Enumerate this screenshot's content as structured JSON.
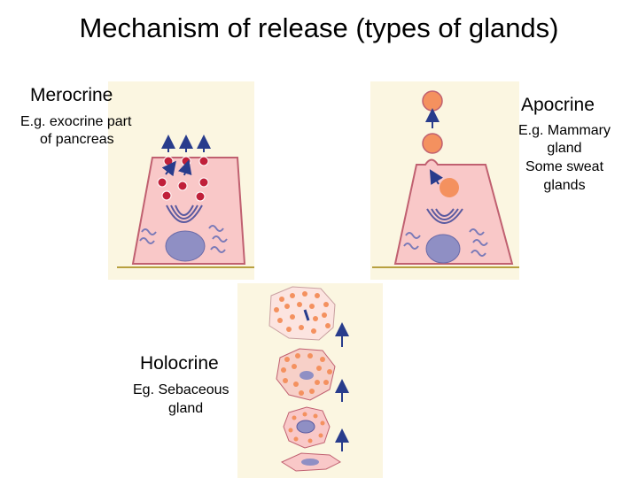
{
  "title": "Mechanism of release (types of glands)",
  "merocrine": {
    "heading": "Merocrine",
    "example_line1": "E.g. exocrine part",
    "example_line2": "of pancreas"
  },
  "apocrine": {
    "heading": "Apocrine",
    "example_line1": "E.g. Mammary",
    "example_line2": "gland",
    "example_line3": "Some sweat",
    "example_line4": "glands"
  },
  "holocrine": {
    "heading": "Holocrine",
    "example_line1": "Eg. Sebaceous",
    "example_line2": "gland"
  },
  "colors": {
    "cell_fill": "#f9c8c8",
    "cell_outline": "#c06070",
    "nucleus": "#8f8fc4",
    "granule": "#c0203a",
    "apocrine_droplet": "#f4915f",
    "arrow": "#283c8c",
    "basement_membrane": "#b8a040",
    "panel": "#fbf6e1"
  }
}
